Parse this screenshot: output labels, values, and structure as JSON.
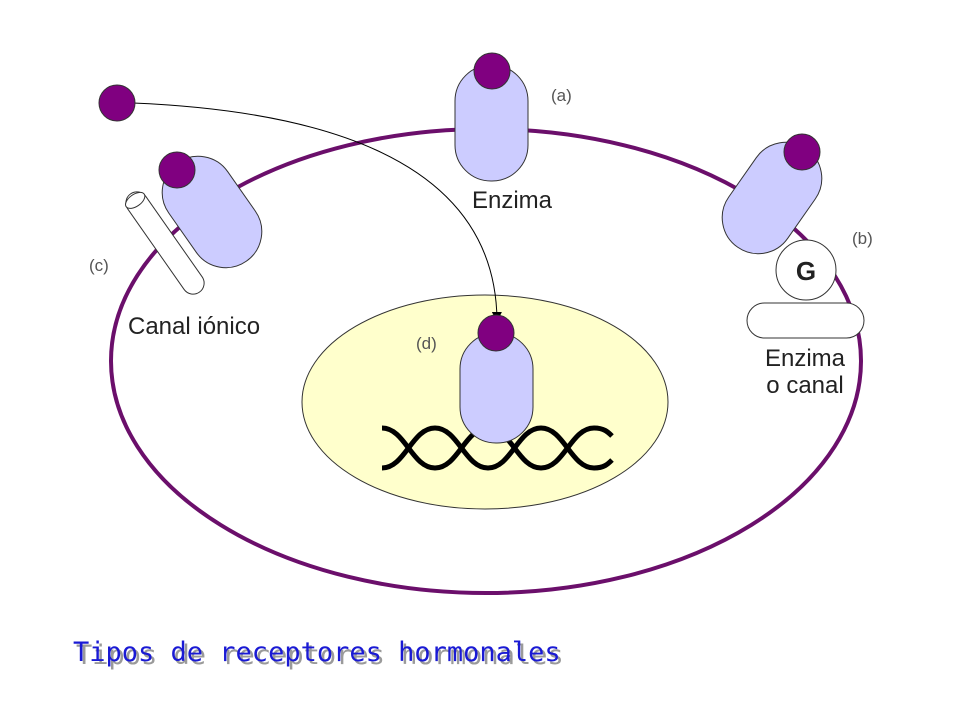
{
  "labels": {
    "a": "(a)",
    "b": "(b)",
    "c": "(c)",
    "d": "(d)",
    "enzima": "Enzima",
    "canal_ionico": "Canal iónico",
    "enzima_o_canal_line1": "Enzima",
    "enzima_o_canal_line2": "o canal",
    "g_protein": "G"
  },
  "caption": "Tipos de receptores hormonales",
  "colors": {
    "membrane": "#6b0f6b",
    "receptor": "#ccccff",
    "hormone": "#800080",
    "nucleus": "#ffffcc",
    "caption": "#1a1ad4"
  }
}
